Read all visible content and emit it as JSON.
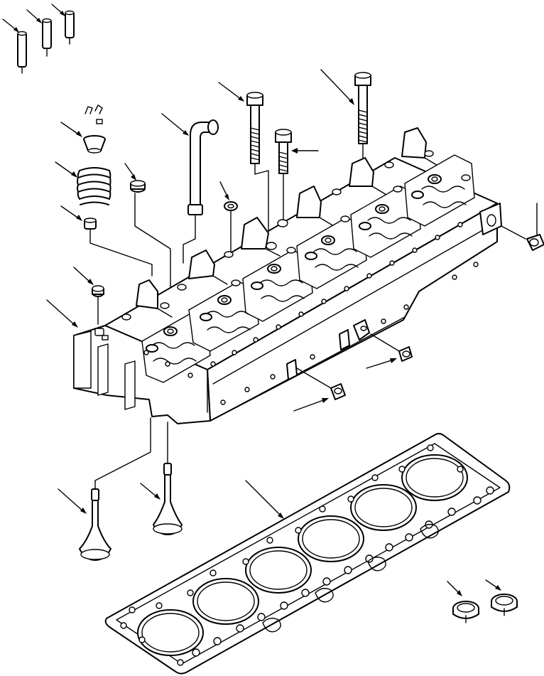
{
  "diagram": {
    "kind": "exploded-parts-view",
    "parts": [
      "valve-guide-1",
      "valve-guide-2",
      "valve-guide-3",
      "valve-keepers",
      "spring-retainer",
      "valve-spring",
      "valve-seal",
      "expansion-plug-left",
      "cylinder-head",
      "head-bolt-long-1",
      "head-bolt-long-2",
      "head-bolt-short",
      "fuel-tube-elbow",
      "sealing-washer",
      "small-plug",
      "plug-right",
      "plug-bottom-1",
      "plug-bottom-2",
      "intake-valve",
      "exhaust-valve",
      "head-gasket",
      "valve-seat-insert-1",
      "valve-seat-insert-2"
    ],
    "line_color": "#000000",
    "background": "#ffffff"
  }
}
